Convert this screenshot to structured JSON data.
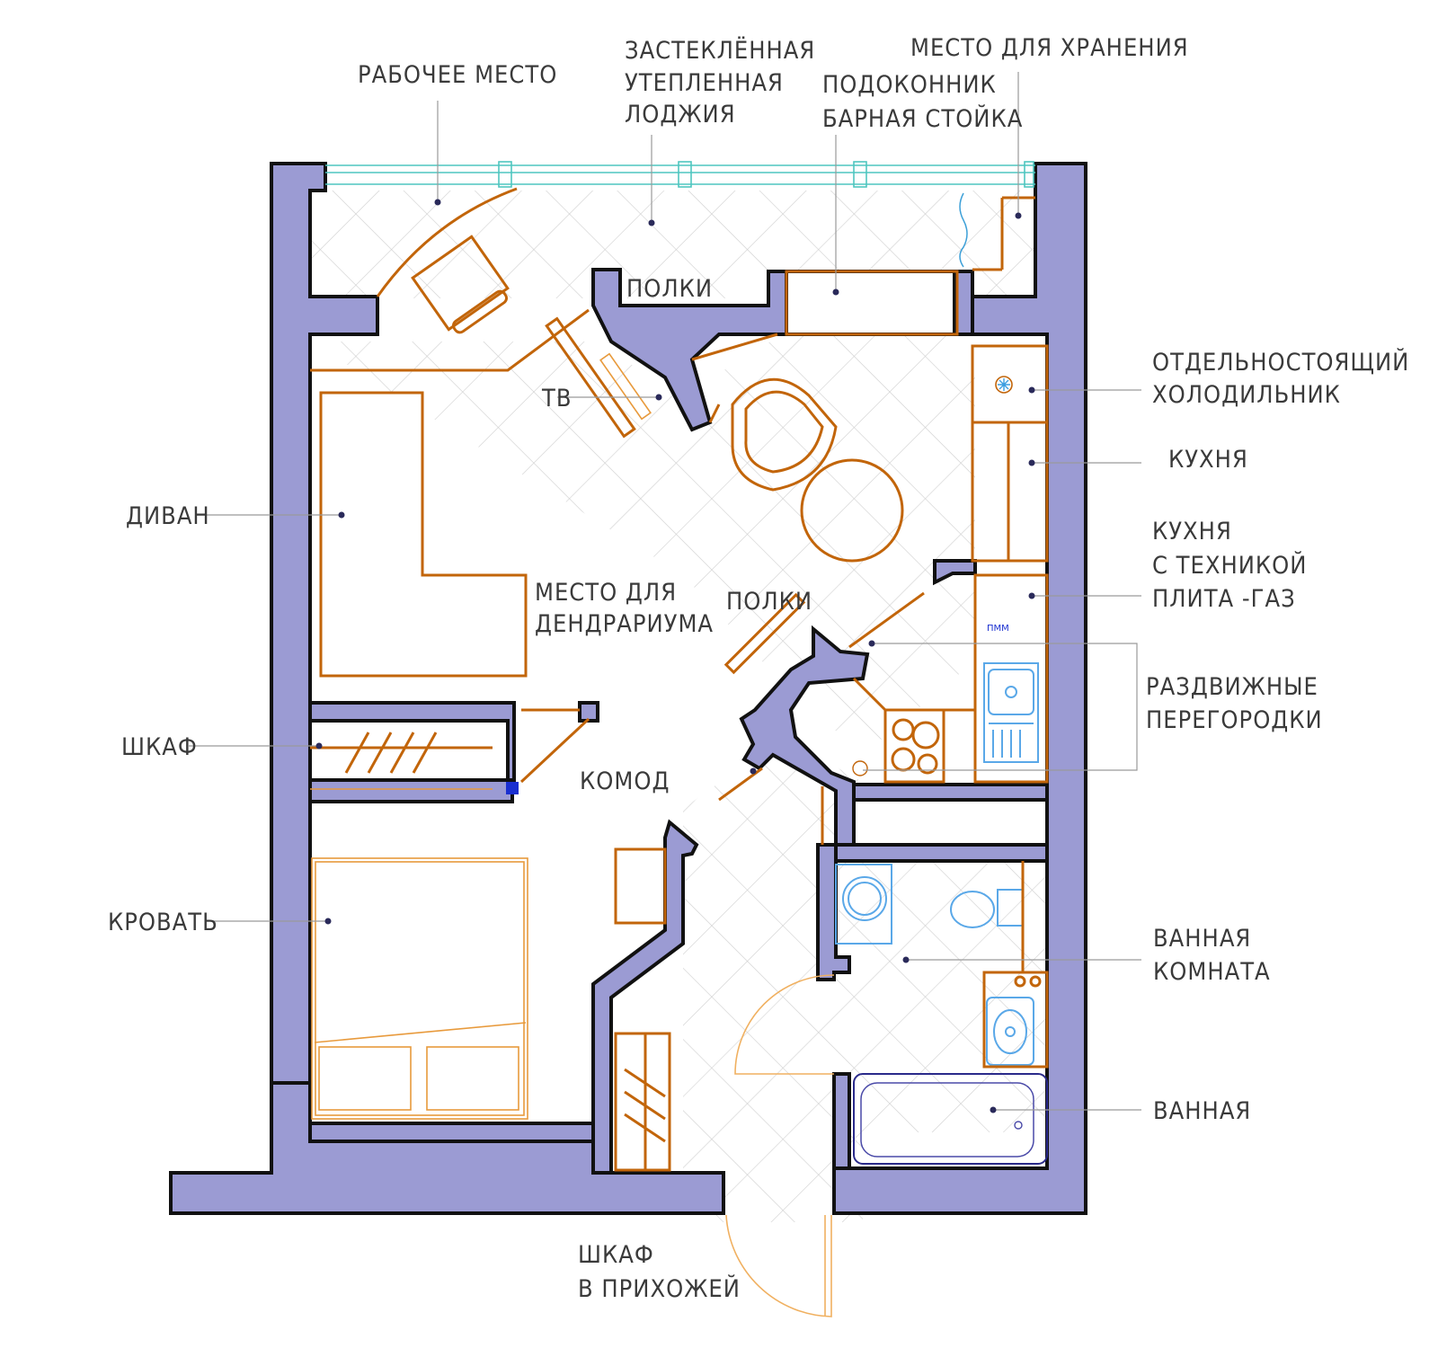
{
  "labels": {
    "work_place": "РАБОЧЕЕ МЕСТО",
    "loggia": [
      "ЗАСТЕКЛЁННАЯ",
      "УТЕПЛЕННАЯ",
      "ЛОДЖИЯ"
    ],
    "sill_bar": [
      "ПОДОКОННИК",
      "БАРНАЯ СТОЙКА"
    ],
    "storage": "МЕСТО ДЛЯ ХРАНЕНИЯ",
    "shelves_top": "ПОЛКИ",
    "tv": "ТВ",
    "fridge": [
      "ОТДЕЛЬНОСТОЯЩИЙ",
      "ХОЛОДИЛЬНИК"
    ],
    "kitchen": "КУХНЯ",
    "kitchen_appliances": [
      "КУХНЯ",
      "С ТЕХНИКОЙ",
      "ПЛИТА -ГАЗ"
    ],
    "sofa": "ДИВАН",
    "dendrarium": [
      "МЕСТО ДЛЯ",
      "ДЕНДРАРИУМА"
    ],
    "shelves_mid": "ПОЛКИ",
    "sliding": [
      "РАЗДВИЖНЫЕ",
      "ПЕРЕГОРОДКИ"
    ],
    "wardrobe": "ШКАФ",
    "dresser": "КОМОД",
    "bed": "КРОВАТЬ",
    "bathroom": [
      "ВАННАЯ",
      "КОМНАТА"
    ],
    "bath": "ВАННАЯ",
    "hall_wardrobe": [
      "ШКАФ",
      "В ПРИХОЖЕЙ"
    ],
    "dishwasher": "ПММ"
  },
  "colors": {
    "wall_fill": "#9b9bd3",
    "furniture": "#c2650a",
    "plumbing": "#5aa8e8",
    "glazing": "#4fc6c0"
  }
}
